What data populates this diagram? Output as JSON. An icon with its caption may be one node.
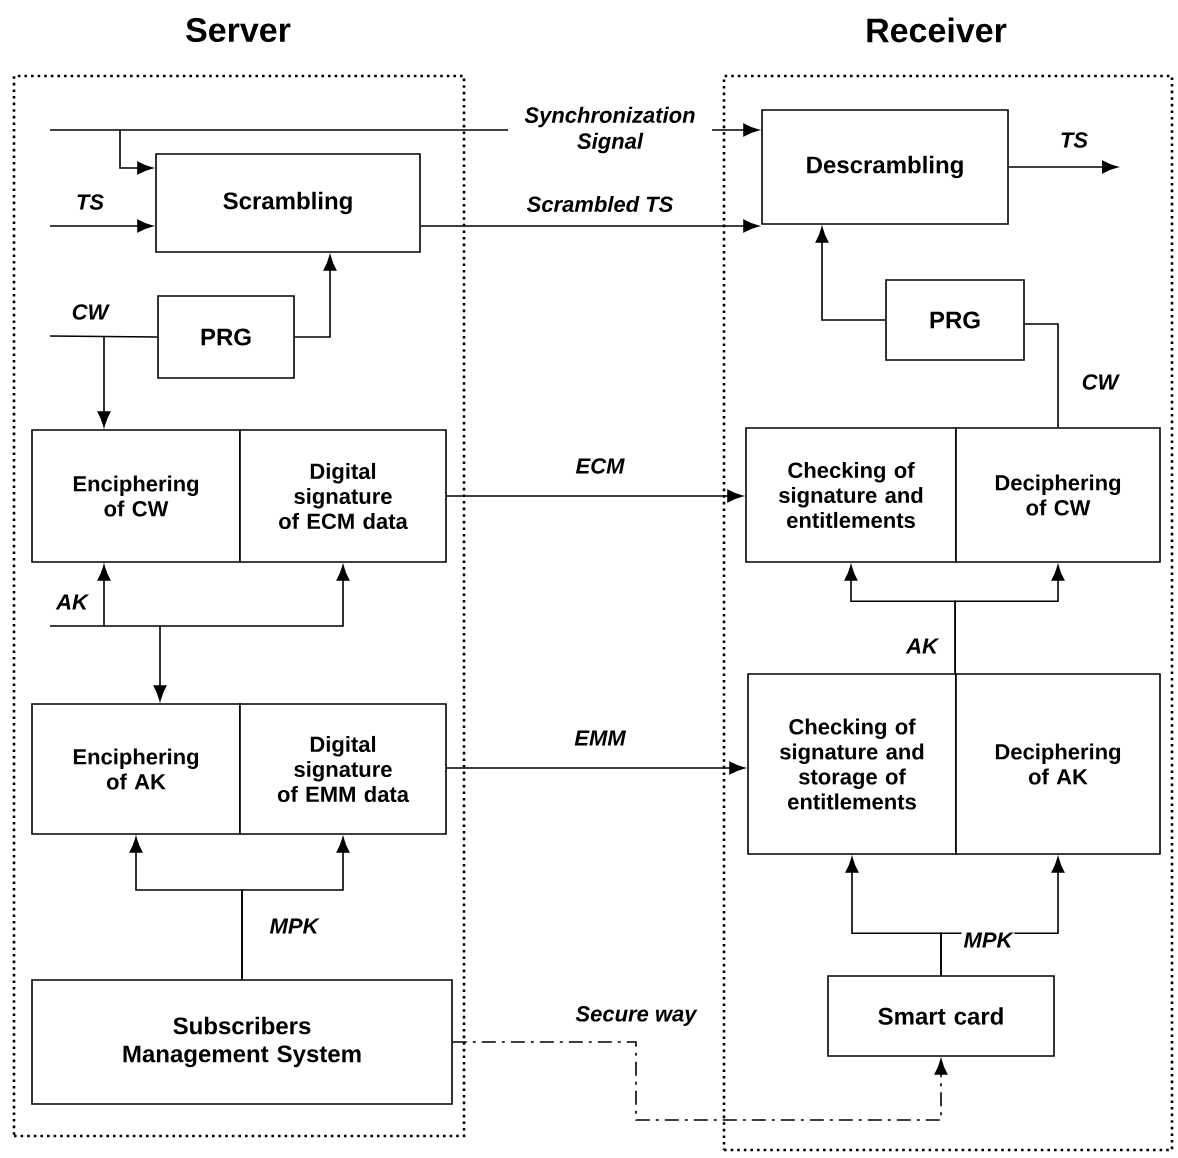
{
  "diagram": {
    "nodes": [
      {
        "text": [
          "Server"
        ]
      },
      {
        "text": [
          "Receiver"
        ]
      },
      {
        "text": [
          "Scrambling"
        ],
        "in": 0
      },
      {
        "text": [
          "PRG"
        ],
        "in": 0
      },
      {
        "text": [
          "Enciphering of CW"
        ],
        "in": 0
      },
      {
        "text": [
          "Digital signature of ECM data"
        ],
        "in": 0
      },
      {
        "text": [
          "Enciphering of AK"
        ],
        "in": 0
      },
      {
        "text": [
          "Digital signature of EMM data"
        ],
        "in": 0
      },
      {
        "text": [
          "Subscribers Management System"
        ],
        "in": 0
      },
      {
        "text": [
          "Descrambling"
        ],
        "in": 1
      },
      {
        "text": [
          "PRG"
        ],
        "in": 1
      },
      {
        "text": [
          "Checking of signature and entitlements"
        ],
        "in": 1
      },
      {
        "text": [
          "Deciphering of CW"
        ],
        "in": 1
      },
      {
        "text": [
          "Checking of signature and storage of entitlements"
        ],
        "in": 1
      },
      {
        "text": [
          "Deciphering of AK"
        ],
        "in": 1
      },
      {
        "text": [
          "Smart card"
        ],
        "in": 1
      }
    ],
    "edges": [
      {
        "from": null,
        "to": 9,
        "arrow": "to",
        "label": "Synchronization Signal"
      },
      {
        "from": null,
        "to": 2,
        "arrow": "to"
      },
      {
        "from": null,
        "to": 2,
        "arrow": "to",
        "label": "TS"
      },
      {
        "from": 2,
        "to": 9,
        "arrow": "to",
        "label": "Scrambled TS"
      },
      {
        "from": 3,
        "to": 2,
        "arrow": "to"
      },
      {
        "from": null,
        "to": 3,
        "arrow": "none",
        "label": "CW"
      },
      {
        "from": null,
        "to": 4,
        "arrow": "to"
      },
      {
        "from": null,
        "to": 4,
        "arrow": "to",
        "label": "AK"
      },
      {
        "from": null,
        "to": 5,
        "arrow": "to"
      },
      {
        "from": null,
        "to": 6,
        "arrow": "to"
      },
      {
        "from": 5,
        "to": 11,
        "arrow": "to",
        "label": "ECM"
      },
      {
        "from": 7,
        "to": 13,
        "arrow": "to",
        "label": "EMM"
      },
      {
        "from": 8,
        "to": 6,
        "arrow": "to",
        "label": "MPK"
      },
      {
        "from": 8,
        "to": 7,
        "arrow": "to"
      },
      {
        "from": 8,
        "to": 15,
        "arrow": "to",
        "label": "Secure way",
        "style": "dashed"
      },
      {
        "from": 9,
        "to": null,
        "arrow": "to",
        "label": "TS"
      },
      {
        "from": 10,
        "to": 9,
        "arrow": "to"
      },
      {
        "from": 12,
        "to": 10,
        "arrow": "none",
        "label": "CW"
      },
      {
        "from": 14,
        "to": 11,
        "arrow": "to",
        "label": "AK"
      },
      {
        "from": 14,
        "to": 12,
        "arrow": "to"
      },
      {
        "from": 15,
        "to": 13,
        "arrow": "to",
        "label": "MPK"
      },
      {
        "from": 15,
        "to": 14,
        "arrow": "to"
      }
    ]
  }
}
